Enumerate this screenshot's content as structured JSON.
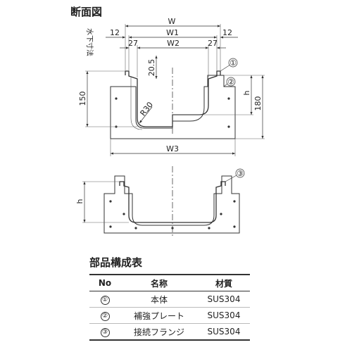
{
  "title": "断面図",
  "dimensions": {
    "W": "W",
    "W1": "W1",
    "W2": "W2",
    "W3": "W3",
    "left_12": "12",
    "right_12": "12",
    "left_27": "27",
    "right_27": "27",
    "d20_5": "20.5",
    "d150": "150",
    "d180": "180",
    "h_top": "h",
    "h_bottom": "h",
    "radius": "R30",
    "water_level": "水下寸法"
  },
  "callouts": {
    "c1": "①",
    "c2": "②",
    "c3": "③"
  },
  "parts_table": {
    "title": "部品構成表",
    "headers": {
      "no": "No",
      "name": "名称",
      "material": "材質"
    },
    "rows": [
      {
        "no": "①",
        "name": "本体",
        "material": "SUS304"
      },
      {
        "no": "②",
        "name": "補強プレート",
        "material": "SUS304"
      },
      {
        "no": "③",
        "name": "接続フランジ",
        "material": "SUS304"
      }
    ]
  }
}
